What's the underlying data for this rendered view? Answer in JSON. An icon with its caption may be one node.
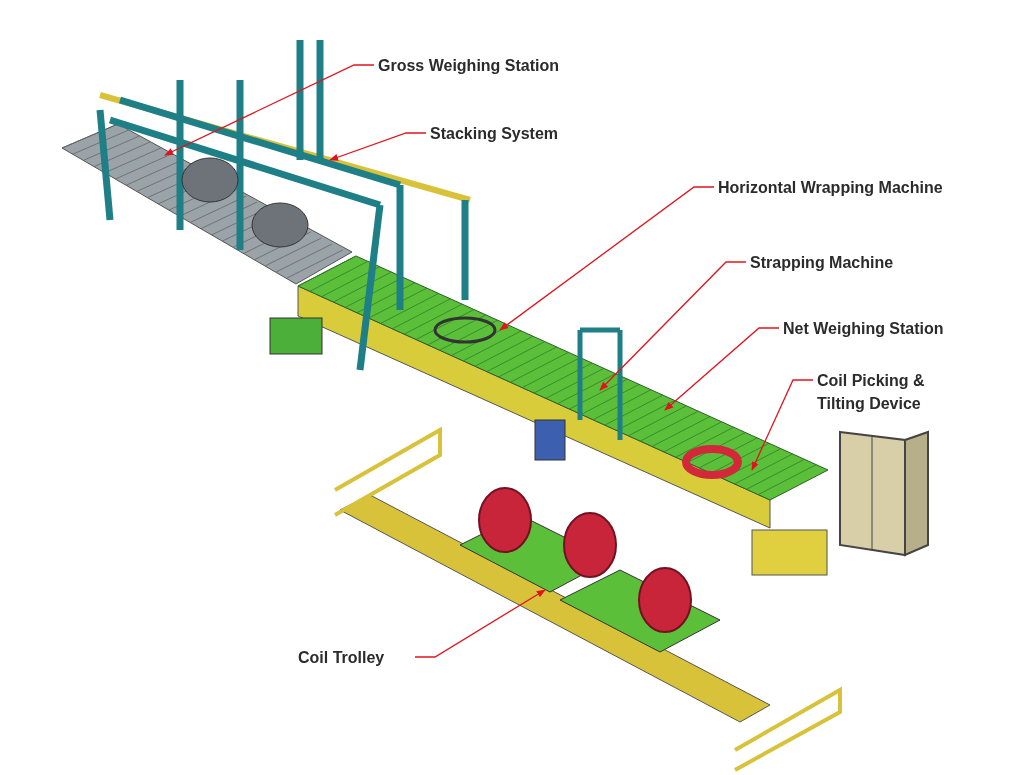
{
  "diagram": {
    "nodes": [
      {
        "text": [
          "Gross Weighing Station"
        ]
      },
      {
        "text": [
          "Stacking System"
        ]
      },
      {
        "text": [
          "Horizontal Wrapping Machine"
        ]
      },
      {
        "text": [
          "Strapping Machine"
        ]
      },
      {
        "text": [
          "Net Weighing Station"
        ]
      },
      {
        "text": [
          "Coil Picking & Tilting Device"
        ]
      },
      {
        "text": [
          "Coil Trolley"
        ]
      }
    ],
    "edges": [
      {
        "from": 0,
        "to": null,
        "arrow": "to"
      },
      {
        "from": 1,
        "to": null,
        "arrow": "to"
      },
      {
        "from": 2,
        "to": null,
        "arrow": "to"
      },
      {
        "from": 3,
        "to": null,
        "arrow": "to"
      },
      {
        "from": 4,
        "to": null,
        "arrow": "to"
      },
      {
        "from": 5,
        "to": null,
        "arrow": "to"
      },
      {
        "from": 6,
        "to": null,
        "arrow": "to"
      }
    ]
  }
}
